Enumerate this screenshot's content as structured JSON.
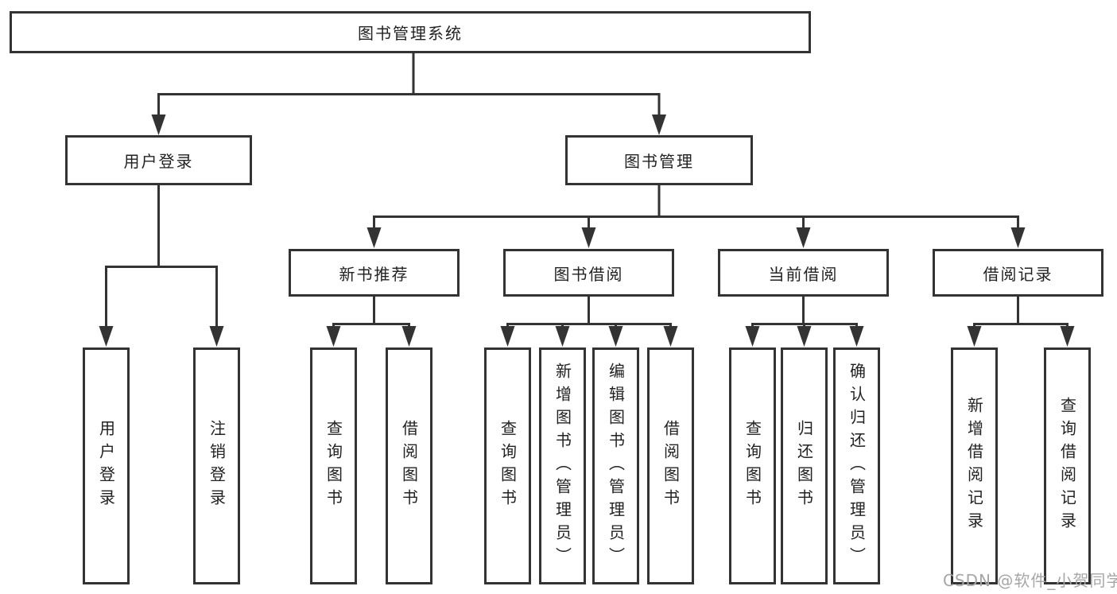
{
  "diagram": {
    "root": {
      "label": "图书管理系统"
    },
    "branches": [
      {
        "label": "用户登录",
        "children": [
          {
            "label": "用户登录"
          },
          {
            "label": "注销登录"
          }
        ]
      },
      {
        "label": "图书管理",
        "groups": [
          {
            "label": "新书推荐",
            "children": [
              {
                "label": "查询图书"
              },
              {
                "label": "借阅图书"
              }
            ]
          },
          {
            "label": "图书借阅",
            "children": [
              {
                "label": "查询图书"
              },
              {
                "label": "新增图书（管理员）"
              },
              {
                "label": "编辑图书（管理员）"
              },
              {
                "label": "借阅图书"
              }
            ]
          },
          {
            "label": "当前借阅",
            "children": [
              {
                "label": "查询图书"
              },
              {
                "label": "归还图书"
              },
              {
                "label": "确认归还（管理员）"
              }
            ]
          },
          {
            "label": "借阅记录",
            "children": [
              {
                "label": "新增借阅记录"
              },
              {
                "label": "查询借阅记录"
              }
            ]
          }
        ]
      }
    ],
    "watermark": "CSDN @软件_小贺同学",
    "colors": {
      "line": "#333333",
      "box_border": "#333333",
      "box_fill": "#ffffff",
      "text": "#222222",
      "watermark": "#a6a6a6",
      "background": "#ffffff"
    }
  }
}
